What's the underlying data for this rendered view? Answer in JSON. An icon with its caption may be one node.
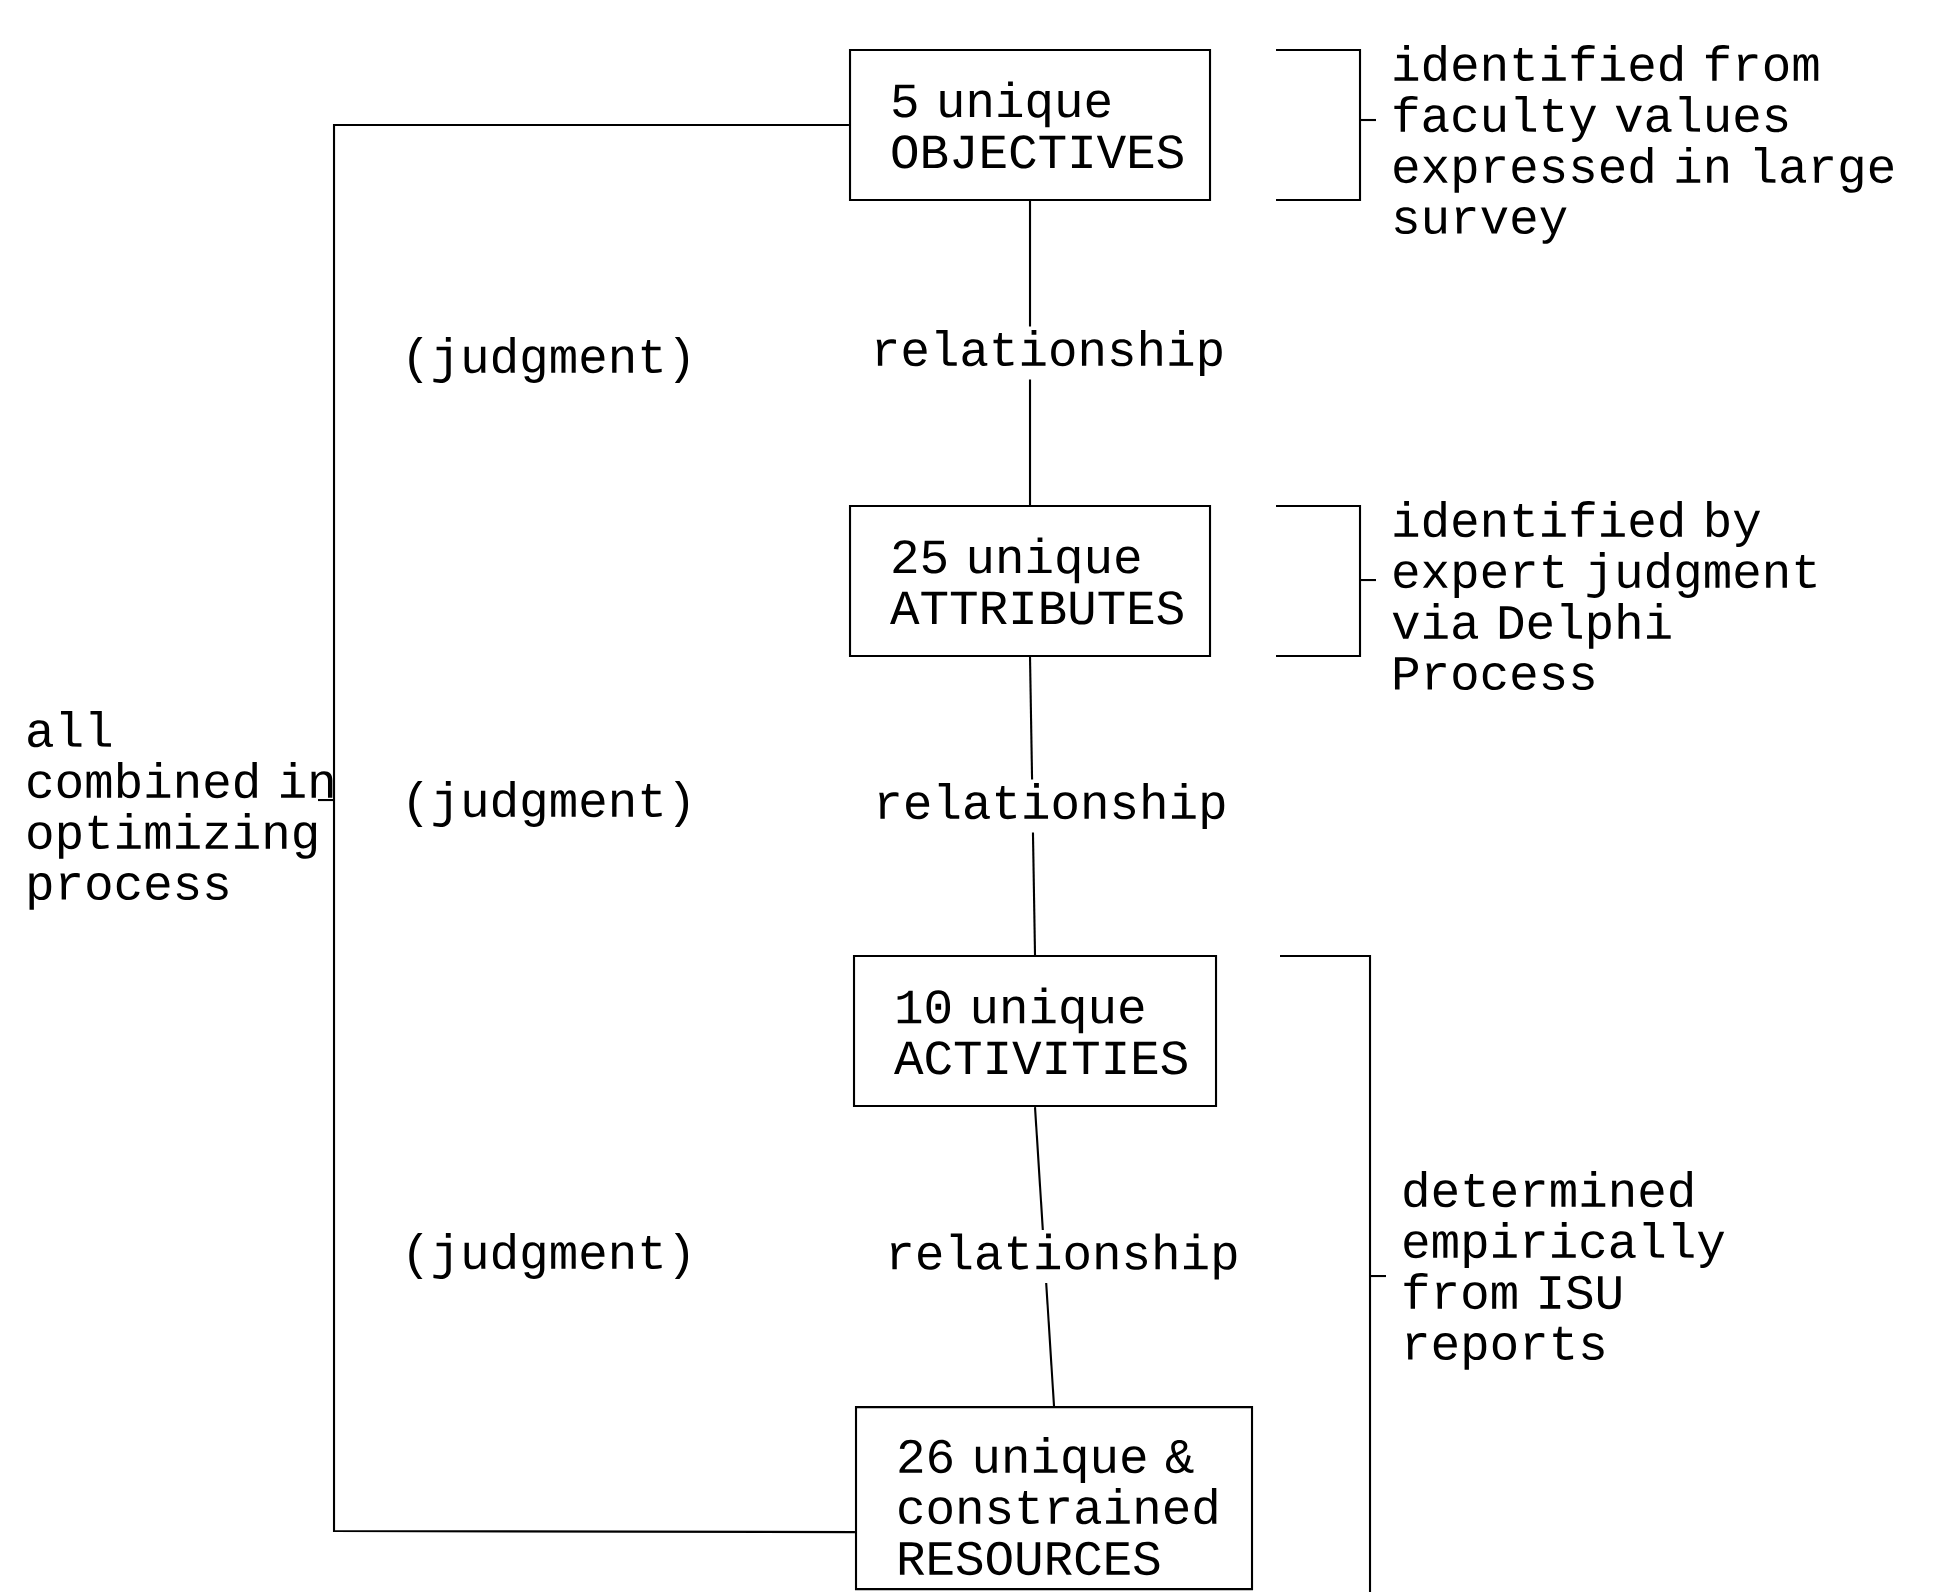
{
  "diagram": {
    "nodes": [
      {
        "text": [
          "5 unique OBJECTIVES"
        ]
      },
      {
        "text": [
          "25 unique ATTRIBUTES"
        ]
      },
      {
        "text": [
          "10 unique ACTIVITIES"
        ]
      },
      {
        "text": [
          "26 unique & constrained RESOURCES"
        ]
      }
    ],
    "edges": [
      {
        "from": 0,
        "to": 1,
        "arrow": "none",
        "label": "relationship"
      },
      {
        "from": 1,
        "to": 2,
        "arrow": "none",
        "label": "relationship"
      },
      {
        "from": 2,
        "to": 3,
        "arrow": "none",
        "label": "relationship"
      },
      {
        "from": 0,
        "to": 3,
        "arrow": "none"
      }
    ],
    "labels": [
      "identified from faculty values expressed in large survey",
      "(judgment)",
      "identified by expert judgment via Delphi Process",
      "all combined in optimizing process",
      "(judgment)",
      "determined empirically from ISU reports",
      "(judgment)"
    ]
  }
}
